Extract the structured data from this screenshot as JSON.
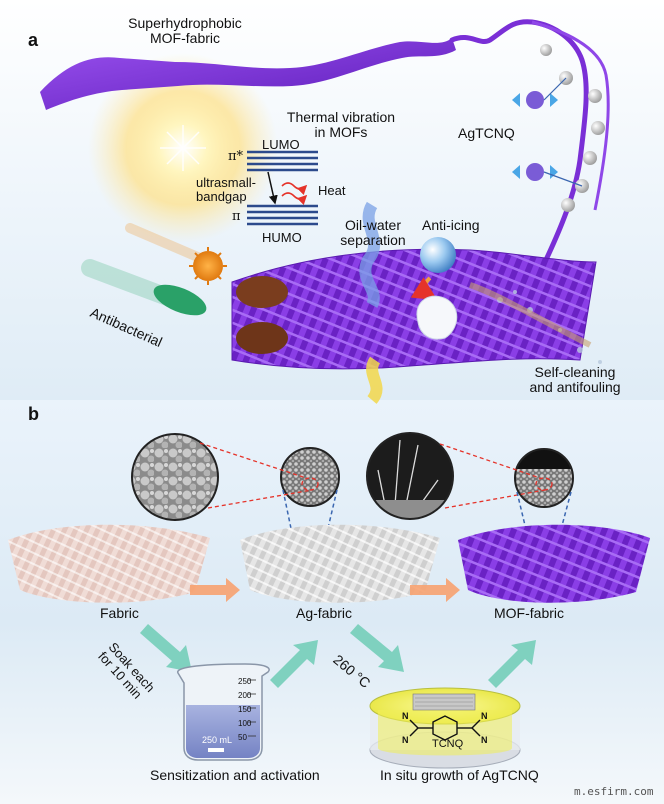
{
  "panel_a": {
    "label": "a",
    "title_line1": "Superhydrophobic",
    "title_line2": "MOF-fabric",
    "thermal_line1": "Thermal vibration",
    "thermal_line2": "in MOFs",
    "lumo": "LUMO",
    "humo": "HUMO",
    "pi_star": "π*",
    "pi": "π",
    "bandgap_line1": "ultrasmall-",
    "bandgap_line2": "bandgap",
    "heat": "Heat",
    "agtcnq": "AgTCNQ",
    "oil_line1": "Oil-water",
    "oil_line2": "separation",
    "anti_icing": "Anti-icing",
    "antibacterial": "Antibacterial",
    "self_line1": "Self-cleaning",
    "self_line2": "and antifouling"
  },
  "panel_b": {
    "label": "b",
    "fabric": "Fabric",
    "ag_fabric": "Ag-fabric",
    "mof_fabric": "MOF-fabric",
    "soak_line1": "Soak each",
    "soak_line2": "for 10 min",
    "temp": "260 °C",
    "sensitization": "Sensitization and activation",
    "insitu": "In situ growth of AgTCNQ",
    "tcnq": "TCNQ",
    "beaker_volume": "250 mL",
    "beaker_marks": [
      "250",
      "200",
      "150",
      "100",
      "50"
    ],
    "n_atom": "N"
  },
  "watermark": "m.esfirm.com",
  "colors": {
    "purple": "#7a2fd6",
    "orange_arrow": "#f7a270",
    "teal_arrow": "#7fd1bf",
    "beaker_liquid": "#8f9bd0",
    "dish_liquid": "#f3f25a",
    "red_dash": "#e5332a",
    "blue_dash": "#3a66b0"
  }
}
